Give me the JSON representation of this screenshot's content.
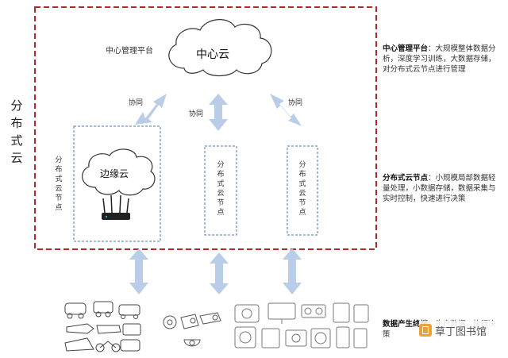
{
  "diagram": {
    "side_title": "分布式云",
    "center_platform_label": "中心管理平台",
    "center_cloud_label": "中心云",
    "collab_labels": [
      "协同",
      "协同",
      "协同"
    ],
    "edge_cloud_label": "边缘云",
    "node_label_left": "分布式云节点",
    "node_label_mid": "分布式云节点",
    "node_label_right": "分布式云节点",
    "node_box_title": "分布式云节点"
  },
  "notes": [
    {
      "title": "中心管理平台",
      "body": "：大规模整体数据分析，深度学习训练，大数据存储，对分布式云节点进行管理"
    },
    {
      "title": "分布式云节点",
      "body": "：小规模局部数据轻量处理，小数据存储，数据采集与实时控制，快速进行决策"
    },
    {
      "title": "数据产生终端",
      "body": "：生产数据，执行决策"
    }
  ],
  "watermark": {
    "text": "草丁图书馆"
  },
  "colors": {
    "dashed_red": "#b3292a",
    "dashed_blue": "#4a78b8",
    "arrow": "#b9cde8"
  }
}
